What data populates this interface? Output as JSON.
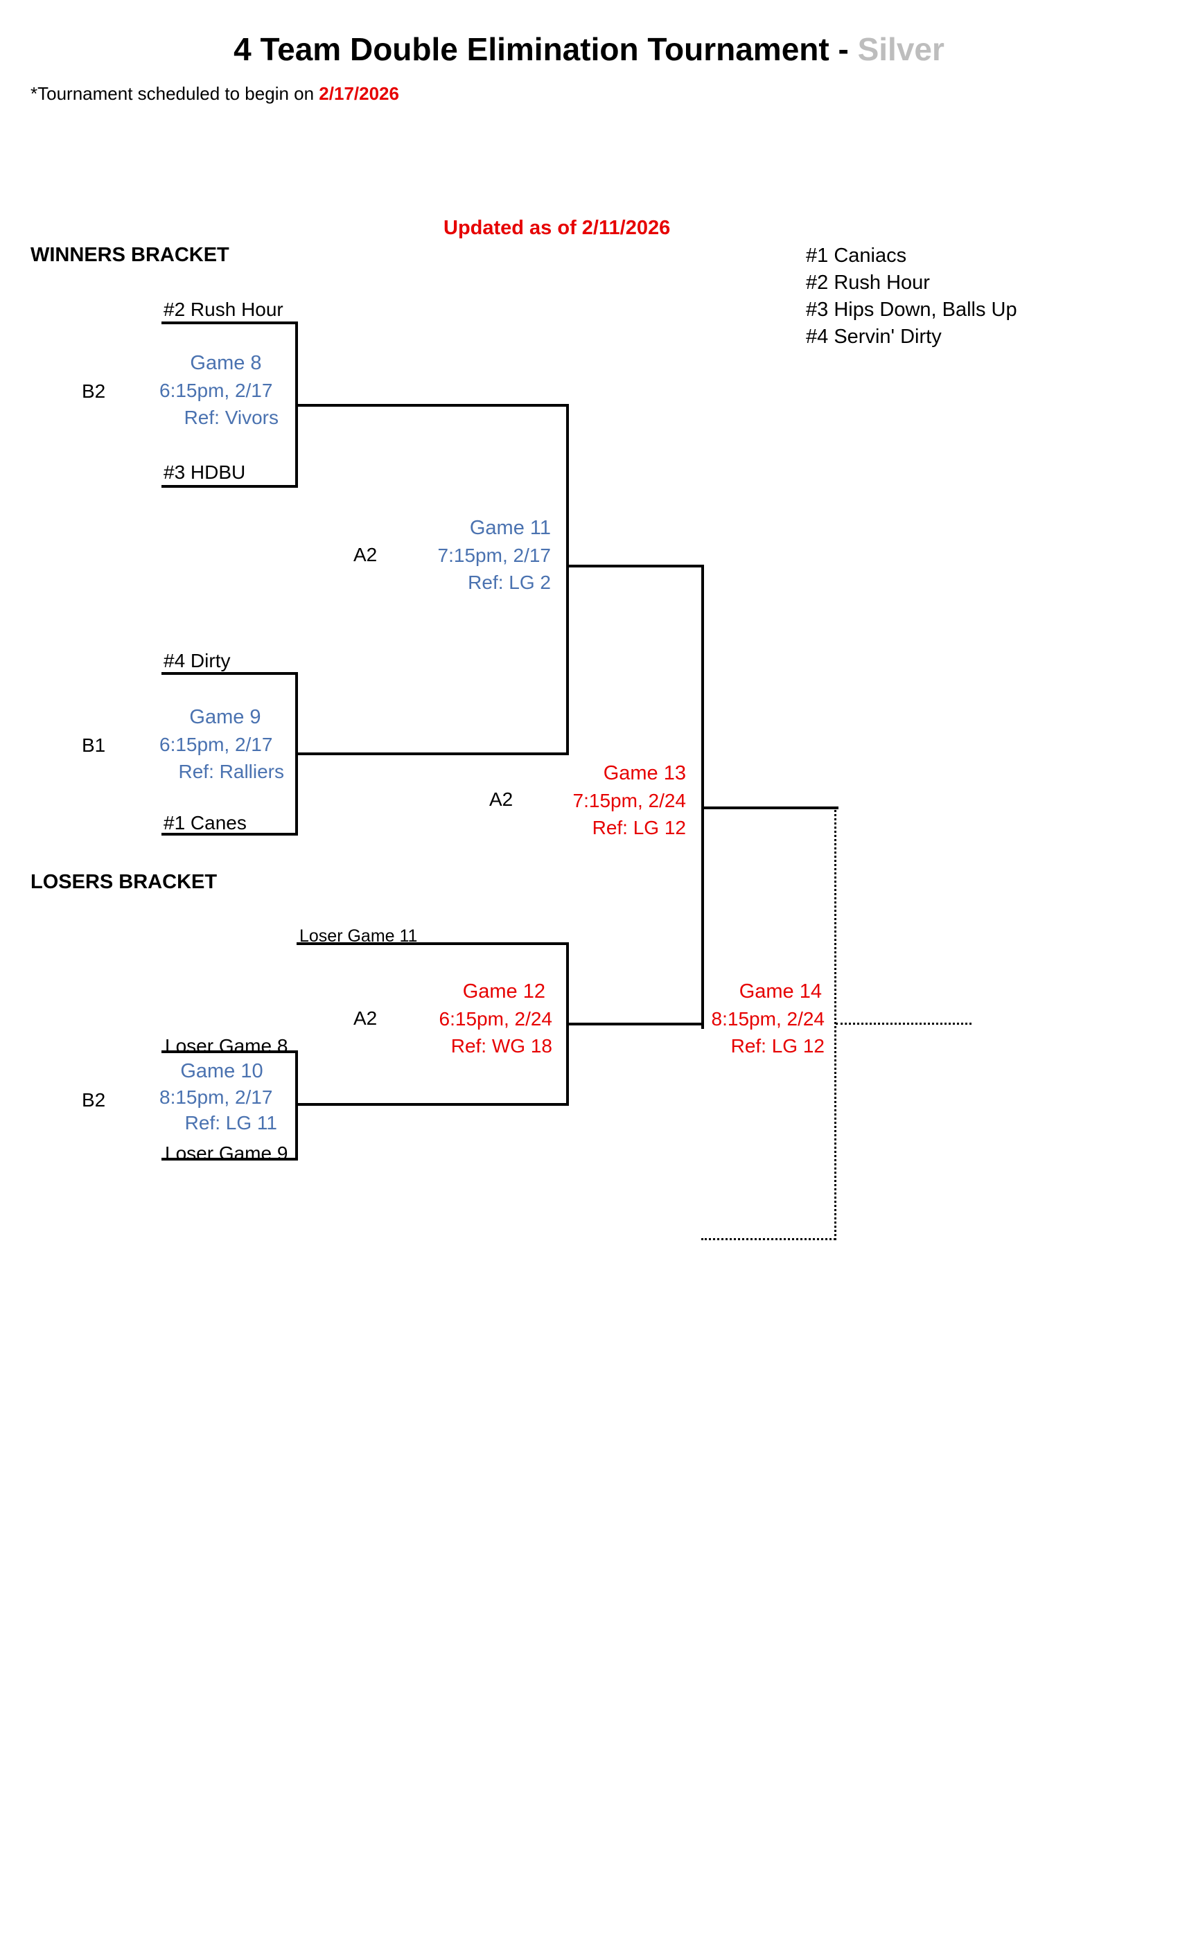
{
  "header": {
    "title_main": "4 Team Double Elimination Tournament - ",
    "title_division": "Silver",
    "subtitle_prefix": "*Tournament scheduled to begin on ",
    "subtitle_date": "2/17/2026",
    "updated": "Updated as of 2/11/2026"
  },
  "sections": {
    "winners": "WINNERS BRACKET",
    "losers": "LOSERS BRACKET"
  },
  "seeds": [
    "#1 Caniacs",
    "#2 Rush Hour",
    "#3 Hips Down, Balls Up",
    "#4 Servin' Dirty"
  ],
  "games": {
    "g8": {
      "name": "Game 8",
      "time": "6:15pm, 2/17",
      "ref": "Ref: Vivors",
      "court": "B2",
      "top": "#2 Rush Hour",
      "bottom": "#3 HDBU"
    },
    "g9": {
      "name": "Game 9",
      "time": "6:15pm, 2/17",
      "ref": "Ref: Ralliers",
      "court": "B1",
      "top": "#4 Dirty",
      "bottom": "#1 Canes"
    },
    "g10": {
      "name": "Game 10",
      "time": "8:15pm, 2/17",
      "ref": "Ref: LG 11",
      "court": "B2",
      "top": "Loser Game 8",
      "bottom": "Loser Game 9"
    },
    "g11": {
      "name": "Game 11",
      "time": "7:15pm, 2/17",
      "ref": "Ref: LG 2",
      "court": "A2"
    },
    "g12": {
      "name": "Game 12",
      "time": "6:15pm, 2/24",
      "ref": "Ref: WG 18",
      "court": "A2",
      "top": "Loser Game 11"
    },
    "g13": {
      "name": "Game 13",
      "time": "7:15pm, 2/24",
      "ref": "Ref: LG 12",
      "court": "A2"
    },
    "g14": {
      "name": "Game 14",
      "time": "8:15pm, 2/24",
      "ref": "Ref: LG 12"
    }
  },
  "colors": {
    "scheduled_week1": "#4a72b0",
    "scheduled_week2": "#e60000",
    "division": "#bdbdbd"
  }
}
